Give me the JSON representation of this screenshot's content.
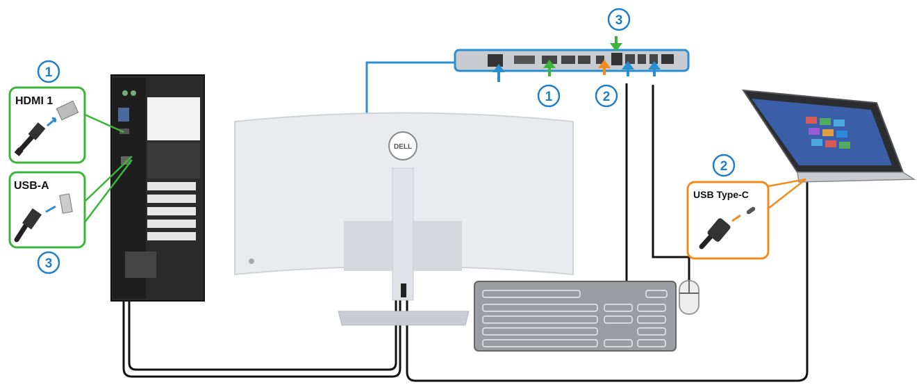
{
  "callouts": {
    "hdmi": {
      "label": "HDMI 1",
      "number": "1"
    },
    "usba": {
      "label": "USB-A",
      "number": "3"
    },
    "usbc": {
      "label": "USB Type-C",
      "number": "2"
    }
  },
  "panel_numbers": {
    "hdmi": "1",
    "usbc": "2",
    "usba": "3"
  },
  "monitor_logo": "DELL",
  "colors": {
    "green": "#3cb43c",
    "orange": "#f08c1e",
    "blue": "#2a8fd0",
    "cable": "#111111",
    "number": "#1e7fc8"
  }
}
